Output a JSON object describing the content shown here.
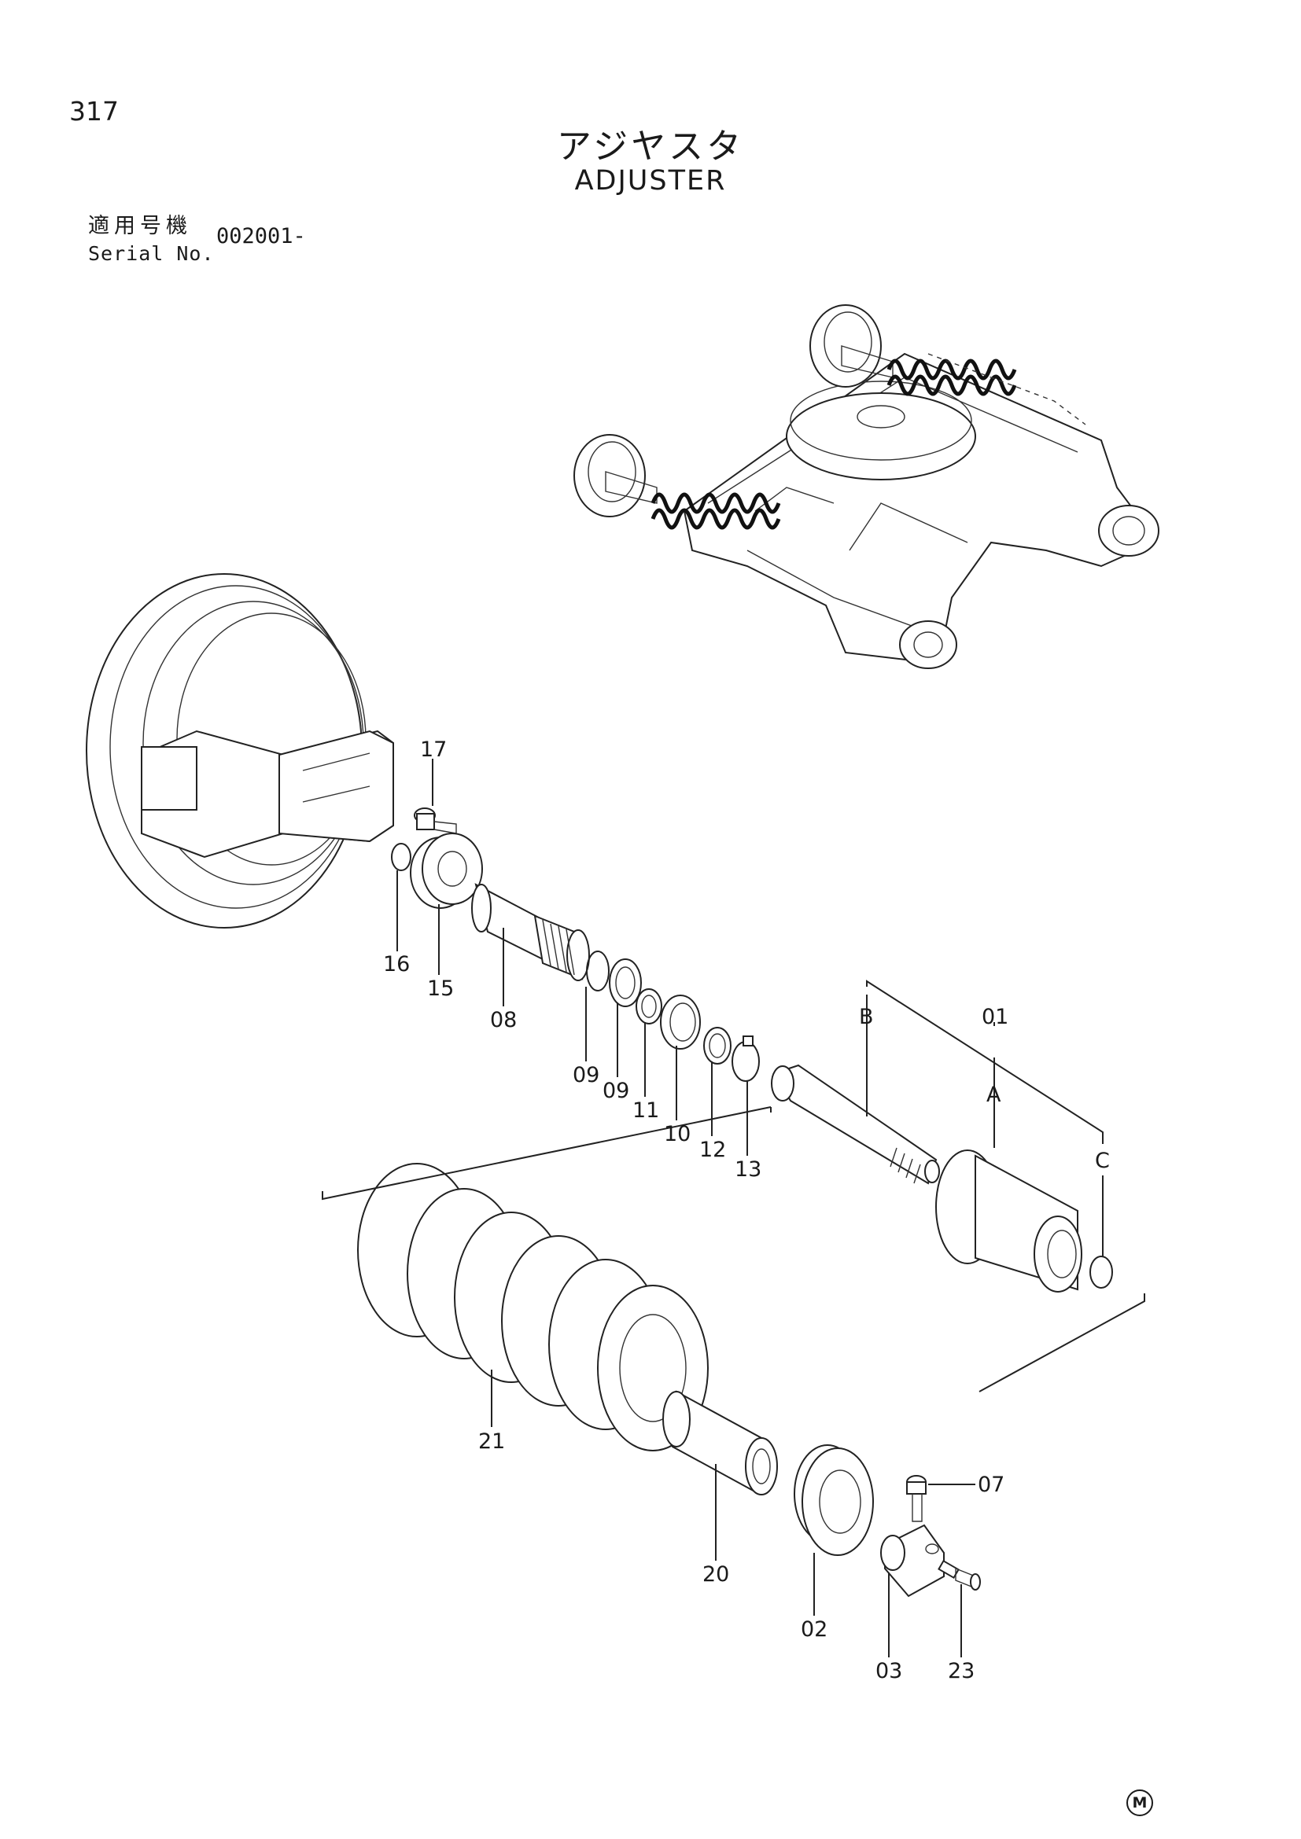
{
  "page": {
    "number": "317",
    "title_jp": "アジヤスタ",
    "title_en": "ADJUSTER",
    "serial_label_jp": "適用号機",
    "serial_label_en": "Serial No.",
    "serial_value": "002001-",
    "corner_mark": "M"
  },
  "parts": [
    {
      "id": "p17",
      "label": "17"
    },
    {
      "id": "p16",
      "label": "16"
    },
    {
      "id": "p15",
      "label": "15"
    },
    {
      "id": "p08",
      "label": "08"
    },
    {
      "id": "p09a",
      "label": "09"
    },
    {
      "id": "p09b",
      "label": "09"
    },
    {
      "id": "p11",
      "label": "11"
    },
    {
      "id": "p10",
      "label": "10"
    },
    {
      "id": "p12",
      "label": "12"
    },
    {
      "id": "p13",
      "label": "13"
    },
    {
      "id": "pB",
      "label": "B"
    },
    {
      "id": "p01",
      "label": "01"
    },
    {
      "id": "pA",
      "label": "A"
    },
    {
      "id": "pC",
      "label": "C"
    },
    {
      "id": "p21",
      "label": "21"
    },
    {
      "id": "p20",
      "label": "20"
    },
    {
      "id": "p02",
      "label": "02"
    },
    {
      "id": "p07",
      "label": "07"
    },
    {
      "id": "p03",
      "label": "03"
    },
    {
      "id": "p23",
      "label": "23"
    }
  ]
}
